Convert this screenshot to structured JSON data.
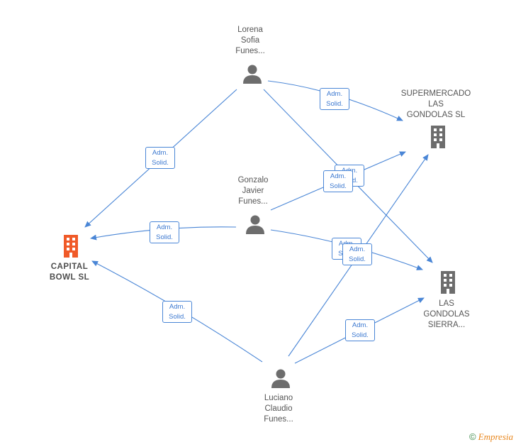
{
  "nodes": {
    "lorena": {
      "lines": [
        "Lorena",
        "Sofia",
        "Funes..."
      ]
    },
    "gonzalo": {
      "lines": [
        "Gonzalo",
        "Javier",
        "Funes..."
      ]
    },
    "luciano": {
      "lines": [
        "Luciano",
        "Claudio",
        "Funes..."
      ]
    },
    "supermercado": {
      "lines": [
        "SUPERMERCADO",
        "LAS",
        "GONDOLAS  SL"
      ]
    },
    "capital": {
      "lines": [
        "CAPITAL",
        "BOWL  SL"
      ]
    },
    "gondolas_sierra": {
      "lines": [
        "LAS",
        "GONDOLAS",
        "SIERRA..."
      ]
    }
  },
  "relation": {
    "line1": "Adm.",
    "line2": "Solid."
  },
  "colors": {
    "edge": "#4a86d6",
    "person": "#6d6d6d",
    "company": "#6d6d6d",
    "main_company": "#f05a28"
  },
  "footer": {
    "copyright": "©",
    "brand": "Empresia"
  }
}
